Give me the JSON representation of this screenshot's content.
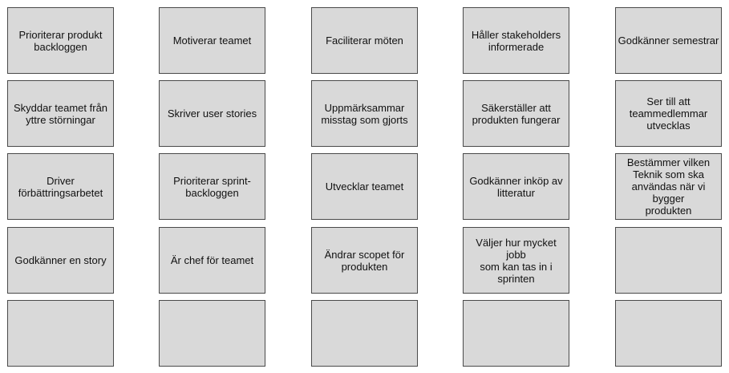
{
  "colors": {
    "card_fill": "#d9d9d9",
    "card_border": "#4a4a4a",
    "text": "#111111",
    "background": "#ffffff"
  },
  "grid": {
    "rows": 5,
    "columns": 5
  },
  "cards": [
    "Prioriterar produkt\nbackloggen",
    "Motiverar teamet",
    "Faciliterar möten",
    "Håller stakeholders\ninformerade",
    "Godkänner semestrar",
    "Skyddar teamet från\nyttre störningar",
    "Skriver user stories",
    "Uppmärksammar\nmisstag som gjorts",
    "Säkerställer att\nprodukten fungerar",
    "Ser till att\nteammedlemmar\nutvecklas",
    "Driver förbättringsarbetet",
    "Prioriterar sprint-\nbackloggen",
    "Utvecklar teamet",
    "Godkänner inköp av\nlitteratur",
    "Bestämmer vilken\nTeknik som ska\nanvändas när vi bygger\nprodukten",
    "Godkänner en story",
    "Är chef för teamet",
    "Ändrar scopet för\nprodukten",
    "Väljer hur mycket jobb\nsom kan tas in i sprinten",
    "",
    "",
    "",
    "",
    "",
    ""
  ]
}
